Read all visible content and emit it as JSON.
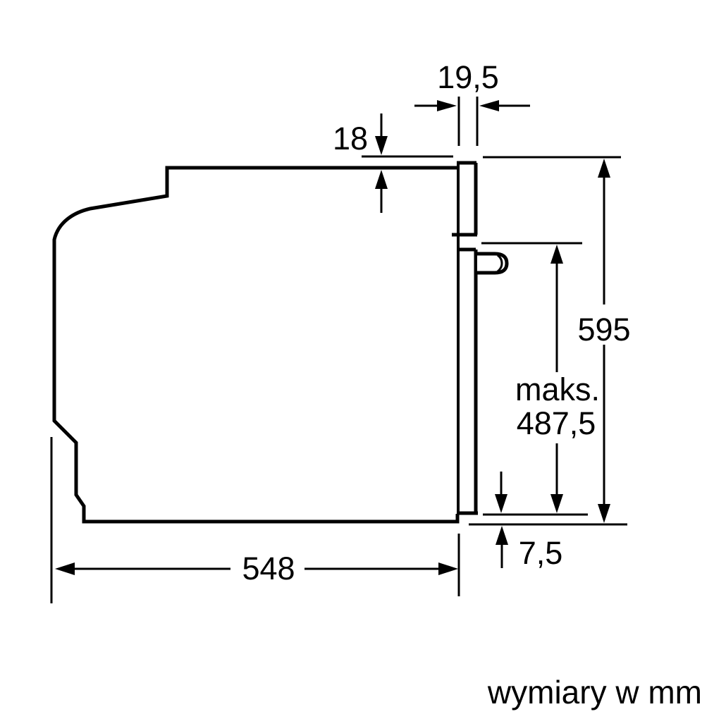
{
  "note": {
    "text": "wymiary w mm"
  },
  "dimensions": {
    "door_thickness": {
      "value": "19,5"
    },
    "top_overhang": {
      "value": "18"
    },
    "total_height": {
      "value": "595"
    },
    "max_height": {
      "line1": "maks.",
      "line2": "487,5"
    },
    "bottom_clearance": {
      "value": "7,5"
    },
    "depth": {
      "value": "548"
    }
  },
  "colors": {
    "line": "#000000",
    "background": "#ffffff",
    "text": "#000000"
  }
}
